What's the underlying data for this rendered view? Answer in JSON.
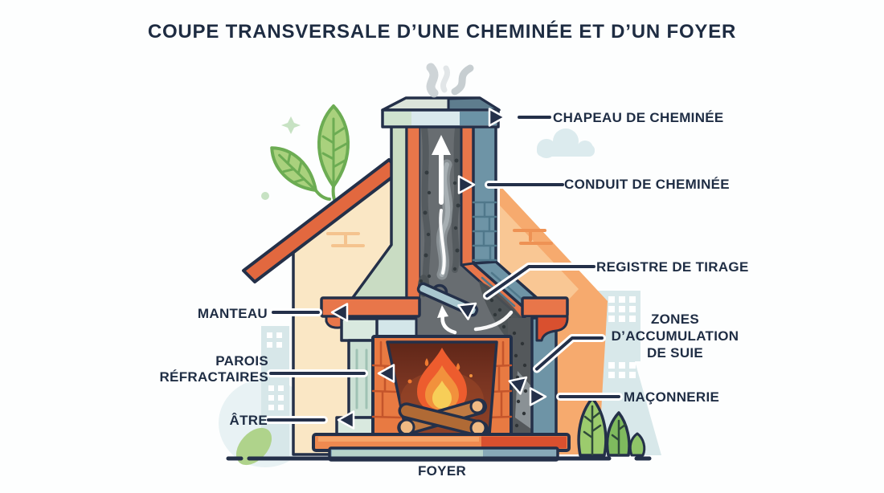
{
  "title": "COUPE TRANSVERSALE D’UNE CHEMINÉE ET D’UN FOYER",
  "labels": {
    "chapeau": {
      "text": "CHAPEAU DE CHEMINÉE"
    },
    "conduit": {
      "text": "CONDUIT DE CHEMINÉE"
    },
    "registre": {
      "text": "REGISTRE DE TIRAGE"
    },
    "zones": {
      "text": "ZONES\nD’ACCUMULATION\nDE SUIE"
    },
    "maconnerie": {
      "text": "MAÇONNERIE"
    },
    "manteau": {
      "text": "MANTEAU"
    },
    "parois": {
      "text": "PAROIS\nRÉFRACTAIRES"
    },
    "atre": {
      "text": "ÂTRE"
    },
    "foyer": {
      "text": "FOYER"
    }
  },
  "colors": {
    "ink": "#1F2D44",
    "outline": "#243049",
    "roof_red": "#E2683F",
    "wall_cream": "#FAE7C5",
    "wall_orange": "#F6AA6E",
    "wall_orange_light": "#F9C794",
    "chimney_sage": "#C9DCC3",
    "masonry_blue": "#6E94A6",
    "lining_orange": "#E8764A",
    "flue_gray": "#686D71",
    "soot_dark": "#4B5154",
    "hearth_red": "#D9502F",
    "brick_orange": "#E87A42",
    "flame_outer": "#ED5C2E",
    "flame_mid": "#F2913C",
    "flame_core": "#F7CE58",
    "leaf_green": "#A9D17D",
    "bush_green": "#9CCB6D",
    "sky_tint": "#D8E8EA"
  }
}
